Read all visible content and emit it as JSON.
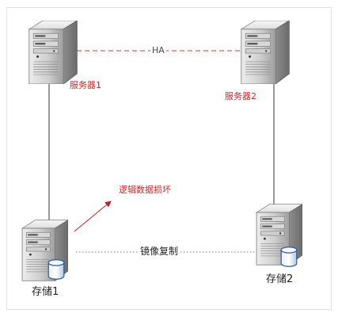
{
  "diagram": {
    "ha_link_label": "HA",
    "mirror_link_label": "镜像复制",
    "corruption_label": "逻辑数据损坏",
    "servers": [
      {
        "label": "服务器1"
      },
      {
        "label": "服务器2"
      }
    ],
    "storages": [
      {
        "label": "存储1"
      },
      {
        "label": "存储2"
      }
    ],
    "icons": {
      "server": "server-tower-icon",
      "storage": "storage-tower-with-disk-icon"
    },
    "colors": {
      "ha_line": "#d9362b",
      "vertical_line": "#333333",
      "mirror_line": "#808080",
      "corruption_arrow": "#c02020",
      "server_label": "#c22a2a"
    }
  }
}
